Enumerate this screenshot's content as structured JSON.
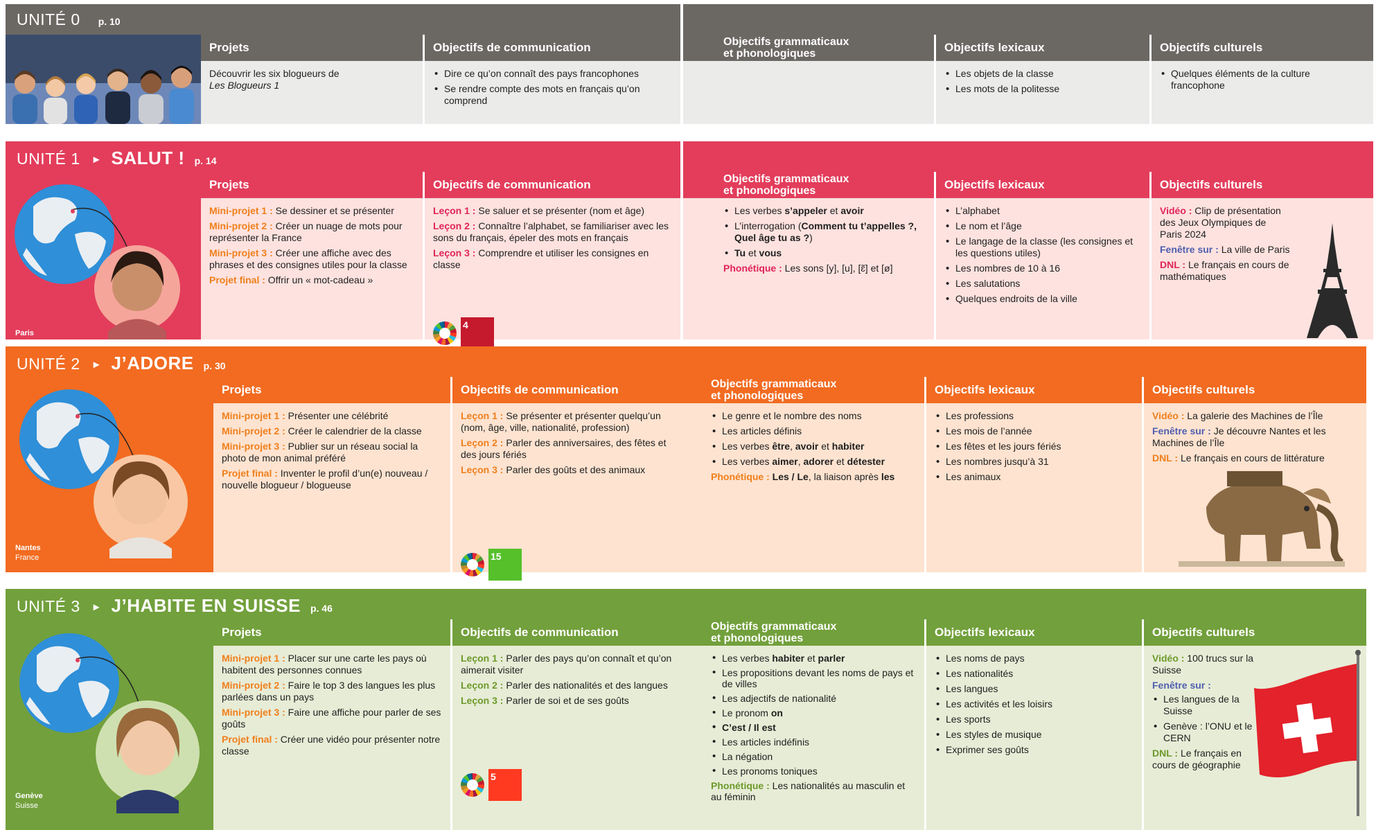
{
  "unit0": {
    "num": "UNITÉ 0",
    "title": "",
    "page": "p. 10",
    "head_projets": "Projets",
    "head_comm": "Objectifs de communication",
    "head_gram_1": "Objectifs grammaticaux",
    "head_gram_2": "et phonologiques",
    "head_lex": "Objectifs lexicaux",
    "head_cult": "Objectifs culturels",
    "projet_1": "Découvrir les six blogueurs de",
    "projet_2": "Les Blogueurs 1",
    "comm": [
      "Dire ce qu’on connaît des pays francophones",
      "Se rendre compte des mots en français qu’on comprend"
    ],
    "lex": [
      "Les objets de la classe",
      "Les mots de la politesse"
    ],
    "cult": [
      "Quelques éléments de la culture francophone"
    ]
  },
  "unit1": {
    "num": "UNITÉ 1",
    "arrow": "►",
    "title": "SALUT !",
    "page": "p. 14",
    "city": "Paris",
    "head_projets": "Projets",
    "head_comm": "Objectifs de communication",
    "head_gram_1": "Objectifs grammaticaux",
    "head_gram_2": "et phonologiques",
    "head_lex": "Objectifs lexicaux",
    "head_cult": "Objectifs culturels",
    "projets": [
      {
        "label": "Mini-projet 1 :",
        "text": " Se dessiner et se présenter"
      },
      {
        "label": "Mini-projet 2 :",
        "text": " Créer un nuage de mots pour représenter la France"
      },
      {
        "label": "Mini-projet 3 :",
        "text": " Créer une affiche avec des phrases et des consignes utiles pour la classe"
      },
      {
        "label": "Projet final :",
        "text": " Offrir un « mot-cadeau »"
      }
    ],
    "comm": [
      {
        "label": "Leçon 1 :",
        "text": " Se saluer et se présenter (nom et âge)"
      },
      {
        "label": "Leçon 2 :",
        "text": " Connaître l’alphabet, se familiariser avec les sons du français, épeler des mots en français"
      },
      {
        "label": "Leçon 3 :",
        "text": " Comprendre et utiliser les consignes en classe"
      }
    ],
    "gram": {
      "g1a": "Les verbes ",
      "g1b": "s’appeler",
      "g1c": " et ",
      "g1d": "avoir",
      "g2a": "L’interrogation (",
      "g2b": "Comment tu t’appelles ?, Quel âge tu as ?",
      "g2c": ")",
      "g3a": "Tu",
      "g3b": " et ",
      "g3c": "vous",
      "phon_label": "Phonétique :",
      "phon_text": " Les sons [y], [u], [ɛ̃] et [ø]"
    },
    "lex": [
      "L’alphabet",
      "Le nom et l’âge",
      "Le langage de la classe (les consignes et les questions utiles)",
      "Les nombres de 10 à 16",
      "Les salutations",
      "Quelques endroits de la ville"
    ],
    "cult": [
      {
        "label": "Vidéo :",
        "text": " Clip de présentation des Jeux Olympiques de Paris 2024"
      },
      {
        "label": "Fenêtre sur :",
        "text": " La ville de Paris"
      },
      {
        "label": "DNL :",
        "text": " Le français en cours de mathématiques"
      }
    ],
    "sdg_num": "4"
  },
  "unit2": {
    "num": "UNITÉ 2",
    "arrow": "►",
    "title": "J’ADORE",
    "page": "p. 30",
    "city": "Nantes",
    "country": "France",
    "head_projets": "Projets",
    "head_comm": "Objectifs de communication",
    "head_gram_1": "Objectifs grammaticaux",
    "head_gram_2": "et phonologiques",
    "head_lex": "Objectifs lexicaux",
    "head_cult": "Objectifs culturels",
    "projets": [
      {
        "label": "Mini-projet 1 :",
        "text": " Présenter une célébrité"
      },
      {
        "label": "Mini-projet 2 :",
        "text": " Créer le calendrier de la classe"
      },
      {
        "label": "Mini-projet 3 :",
        "text": " Publier sur un réseau social la photo de mon animal préféré"
      },
      {
        "label": "Projet final :",
        "text": " Inventer le profil d’un(e) nouveau / nouvelle blogueur / blogueuse"
      }
    ],
    "comm": [
      {
        "label": "Leçon 1 :",
        "text": " Se présenter et présenter quelqu’un (nom, âge, ville, nationalité, profession)"
      },
      {
        "label": "Leçon 2 :",
        "text": " Parler des anniversaires, des fêtes et des jours fériés"
      },
      {
        "label": "Leçon 3 :",
        "text": " Parler des goûts et des animaux"
      }
    ],
    "gram": {
      "g1": "Le genre et le nombre des noms",
      "g2": "Les articles définis",
      "g3a": "Les verbes ",
      "g3b": "être",
      "g3c": ", ",
      "g3d": "avoir",
      "g3e": " et ",
      "g3f": "habiter",
      "g4a": "Les verbes ",
      "g4b": "aimer",
      "g4c": ", ",
      "g4d": "adorer",
      "g4e": " et ",
      "g4f": "détester",
      "phon_label": "Phonétique :",
      "phon_a": " Les / Le",
      "phon_b": ", la liaison après ",
      "phon_c": "les"
    },
    "lex": [
      "Les professions",
      "Les mois de l’année",
      "Les fêtes et les jours fériés",
      "Les nombres jusqu’à 31",
      "Les animaux"
    ],
    "cult": [
      {
        "label": "Vidéo :",
        "text": " La galerie des Machines de l’Île"
      },
      {
        "label": "Fenêtre sur :",
        "text": " Je découvre Nantes et les Machines de l’Île"
      },
      {
        "label": "DNL :",
        "text": " Le français en cours de littérature"
      }
    ],
    "sdg_num": "15"
  },
  "unit3": {
    "num": "UNITÉ 3",
    "arrow": "►",
    "title": "J’HABITE EN SUISSE",
    "page": "p. 46",
    "city": "Genève",
    "country": "Suisse",
    "head_projets": "Projets",
    "head_comm": "Objectifs de communication",
    "head_gram_1": "Objectifs grammaticaux",
    "head_gram_2": "et phonologiques",
    "head_lex": "Objectifs lexicaux",
    "head_cult": "Objectifs culturels",
    "projets": [
      {
        "label": "Mini-projet 1 :",
        "text": " Placer sur une carte les pays où habitent des personnes connues"
      },
      {
        "label": "Mini-projet 2 :",
        "text": " Faire le top 3 des langues les plus parlées dans un pays"
      },
      {
        "label": "Mini-projet 3 :",
        "text": " Faire une affiche pour parler de ses goûts"
      },
      {
        "label": "Projet final :",
        "text": "  Créer une vidéo pour présenter notre classe"
      }
    ],
    "comm": [
      {
        "label": "Leçon 1 :",
        "text": " Parler des pays qu’on connaît et qu’on aimerait visiter"
      },
      {
        "label": "Leçon 2 :",
        "text": " Parler des nationalités et des langues"
      },
      {
        "label": "Leçon 3 :",
        "text": " Parler de soi et de ses goûts"
      }
    ],
    "gram": {
      "g1a": "Les verbes ",
      "g1b": "habiter",
      "g1c": " et ",
      "g1d": "parler",
      "g2": "Les propositions devant les noms de pays et de villes",
      "g3": "Les adjectifs de nationalité",
      "g4a": "Le pronom ",
      "g4b": "on",
      "g5": "C’est / Il est",
      "g6": "Les articles indéfinis",
      "g7": "La négation",
      "g8": "Les pronoms toniques",
      "phon_label": "Phonétique :",
      "phon_text": " Les nationalités au masculin et au féminin"
    },
    "lex": [
      "Les noms de pays",
      "Les nationalités",
      "Les langues",
      "Les activités et les loisirs",
      "Les sports",
      "Les styles de musique",
      "Exprimer ses goûts"
    ],
    "cult_video_label": "Vidéo :",
    "cult_video_text": " 100 trucs sur la Suisse",
    "cult_fenetre_label": "Fenêtre sur :",
    "cult_fenetre_items": [
      "Les langues de la Suisse",
      "Genève : l’ONU et le CERN"
    ],
    "cult_dnl_label": "DNL :",
    "cult_dnl_text": " Le français en cours de géographie",
    "sdg_num": "5"
  }
}
